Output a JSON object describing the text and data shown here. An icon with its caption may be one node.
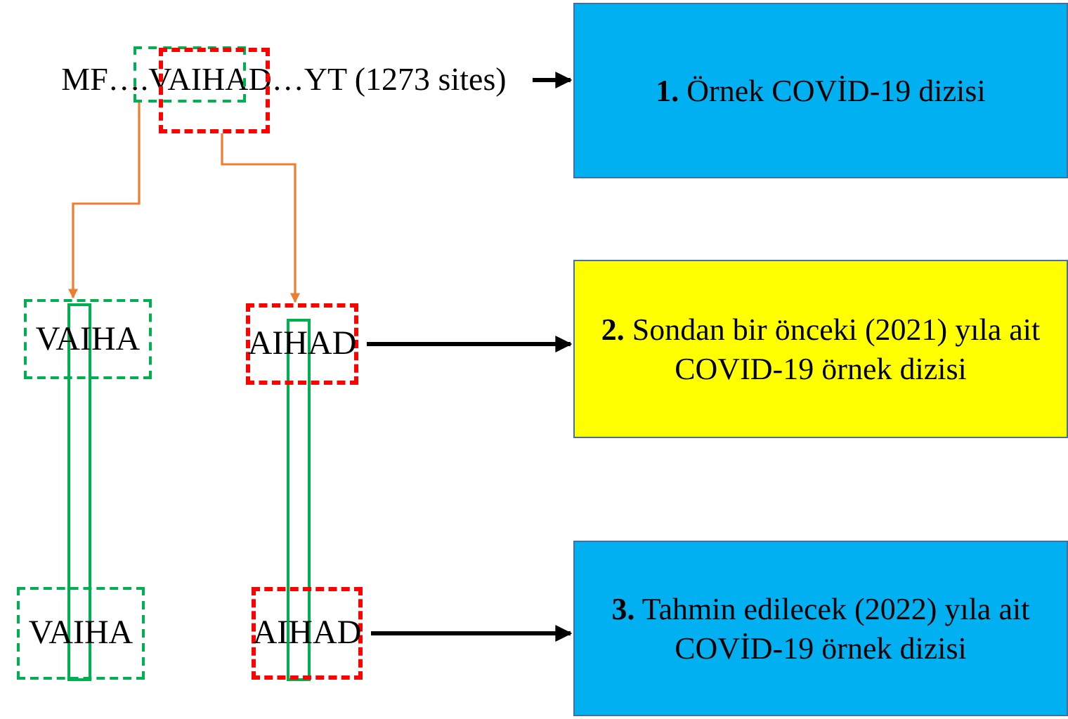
{
  "diagram": {
    "nodes": [
      {
        "text": [
          "MF….VAIHAD…YT (1273 sites)"
        ]
      },
      {
        "text": [],
        "shape": "box"
      },
      {
        "text": [],
        "shape": "box"
      },
      {
        "text": [
          "**1.** Örnek COVİD-19 dizisi"
        ]
      },
      {
        "text": [
          "VAIHA"
        ]
      },
      {
        "text": [
          "AIHAD"
        ]
      },
      {
        "text": [
          "**2.** Sondan bir önceki (2021) yıla ait COVID-19 örnek dizisi"
        ]
      },
      {
        "text": [
          "VAIHA"
        ]
      },
      {
        "text": [
          "AIHAD"
        ]
      },
      {
        "text": [
          "**3.** Tahmin edilecek (2022) yıla ait COVİD-19 örnek dizisi"
        ]
      }
    ],
    "edges": [
      {
        "from": 0,
        "to": 3,
        "arrow": "to"
      },
      {
        "from": 1,
        "to": 4,
        "arrow": "to",
        "color": "#ed7d31"
      },
      {
        "from": 2,
        "to": 5,
        "arrow": "to",
        "color": "#ed7d31"
      },
      {
        "from": 5,
        "to": 6,
        "arrow": "to"
      },
      {
        "from": 8,
        "to": 9,
        "arrow": "to"
      }
    ]
  }
}
